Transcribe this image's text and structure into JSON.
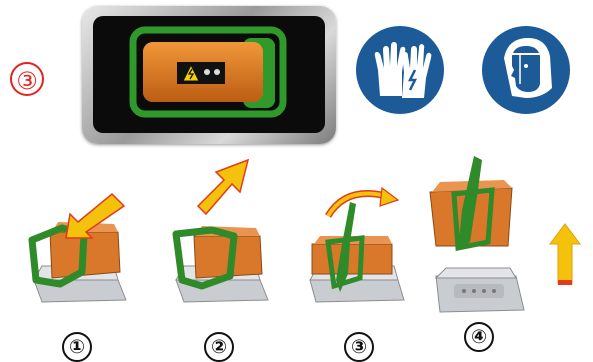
{
  "step_badge": "③",
  "signs": [
    {
      "name": "protective-gloves-sign"
    },
    {
      "name": "face-shield-sign"
    }
  ],
  "warning_label": {
    "icon": "high-voltage-warning-icon"
  },
  "steps": [
    {
      "label": "①",
      "arrow": "insert-arrow"
    },
    {
      "label": "②",
      "arrow": "lift-up-arrow"
    },
    {
      "label": "③",
      "arrow": "rotate-arrow"
    },
    {
      "label": "④",
      "arrow": "pull-up-arrow"
    }
  ],
  "colors": {
    "accent_red": "#e32222",
    "sign_blue": "#1d5a98",
    "connector_orange": "#d9782a",
    "latch_green": "#2f8a2a",
    "arrow_yellow": "#f4c20d",
    "arrow_red": "#e23a1a"
  }
}
